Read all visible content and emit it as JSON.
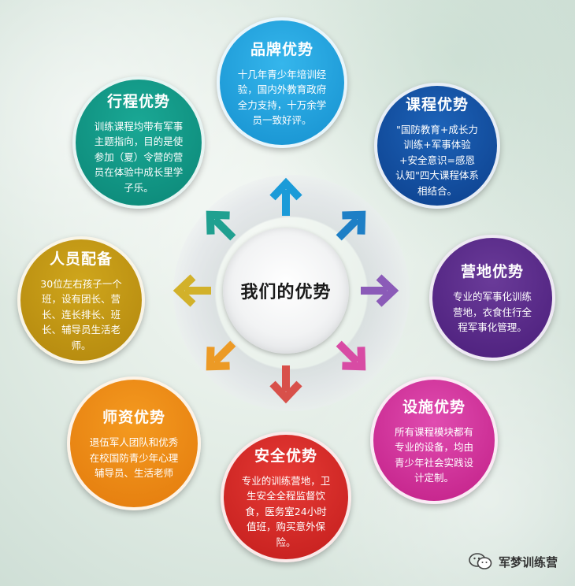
{
  "center": {
    "title": "我们的优势"
  },
  "nodes": {
    "brand": {
      "title": "品牌优势",
      "body": "十几年青少年培训经验，国内外教育政府全力支持，十万余学员一致好评。",
      "color": "#1ea3e0"
    },
    "course": {
      "title": "课程优势",
      "body": "\"国防教育+成长力训练+军事体验+安全意识=感恩认知\"四大课程体系相结合。",
      "color": "#0f4ea3"
    },
    "camp": {
      "title": "营地优势",
      "body": "专业的军事化训练营地，衣食住行全程军事化管理。",
      "color": "#5a2a8a"
    },
    "facility": {
      "title": "设施优势",
      "body": "所有课程模块都有专业的设备，均由青少年社会实践设计定制。",
      "color": "#d3319c"
    },
    "safety": {
      "title": "安全优势",
      "body": "专业的训练营地，卫生安全全程监督饮食，医务室24小时值班，购买意外保险。",
      "color": "#d82b29"
    },
    "teacher": {
      "title": "师资优势",
      "body": "退伍军人团队和优秀在校国防青少年心理辅导员、生活老师",
      "color": "#ec8a17"
    },
    "staff": {
      "title": "人员配备",
      "body": "30位左右孩子一个班，设有团长、营长、连长排长、班长、辅导员生活老师。",
      "color": "#c29714"
    },
    "route": {
      "title": "行程优势",
      "body": "训练课程均带有军事主题指向，目的是使参加（夏）令营的营员在体验中成长里学子乐。",
      "color": "#139885"
    }
  },
  "arrow_colors": [
    "#1b9bd8",
    "#1e7fc6",
    "#8b5bb8",
    "#d84ba4",
    "#d8504a",
    "#ec9a25",
    "#d2b12a",
    "#20a090"
  ],
  "watermark": {
    "icon": "wechat-icon",
    "text": "军梦训练营"
  }
}
